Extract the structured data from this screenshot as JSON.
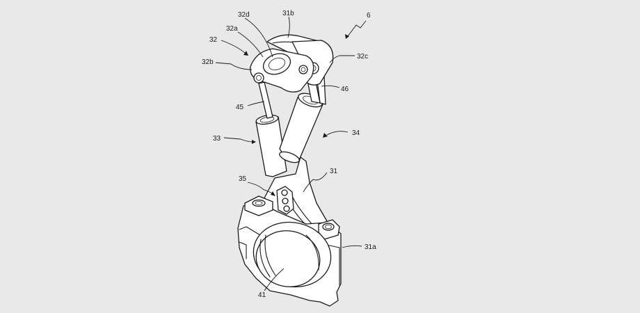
{
  "labels": {
    "l6": "6",
    "l31b": "31b",
    "l32d": "32d",
    "l32a": "32a",
    "l32": "32",
    "l32b": "32b",
    "l32c": "32c",
    "l46": "46",
    "l45": "45",
    "l33": "33",
    "l34": "34",
    "l31": "31",
    "l35": "35",
    "l31a": "31a",
    "l41": "41"
  },
  "colors": {
    "background": "#e9e9e9",
    "line": "#1a1a1a",
    "fill": "#ffffff"
  }
}
